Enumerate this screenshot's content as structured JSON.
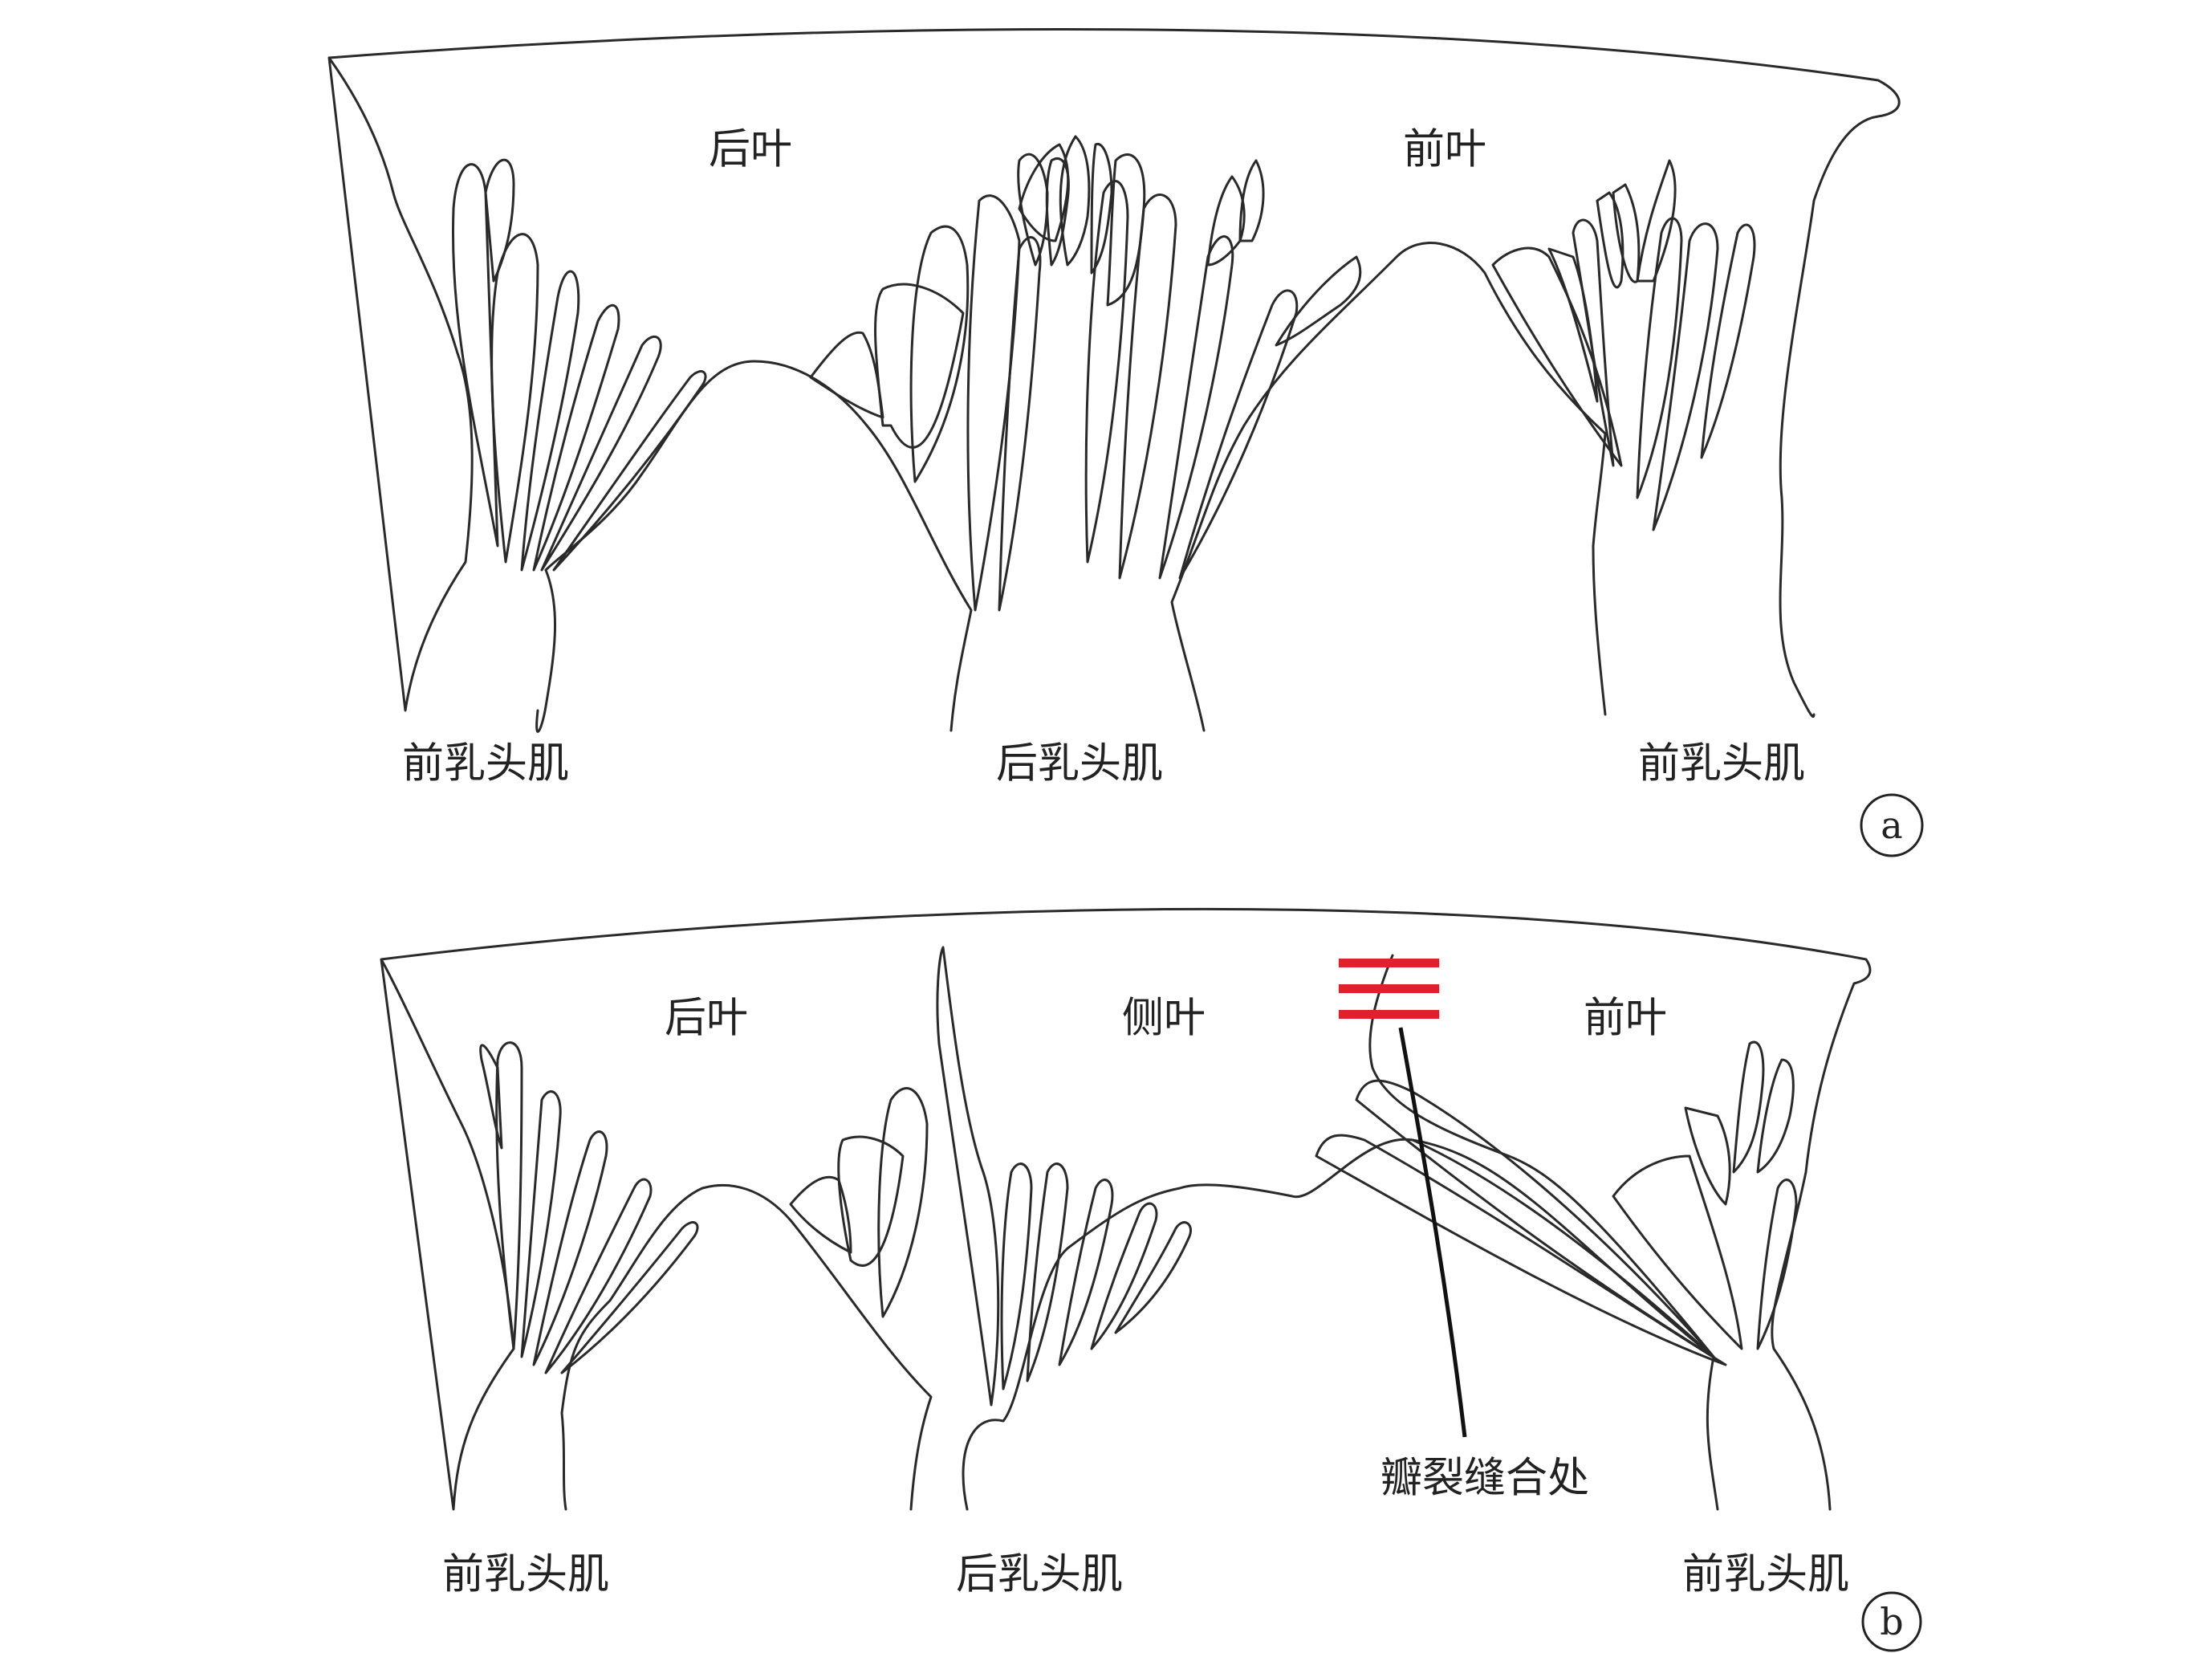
{
  "panel_a": {
    "letter": "a",
    "lobes": {
      "posterior": "后叶",
      "anterior": "前叶"
    },
    "muscles": {
      "anterior_left": "前乳头肌",
      "posterior": "后乳头肌",
      "anterior_right": "前乳头肌"
    }
  },
  "panel_b": {
    "letter": "b",
    "lobes": {
      "posterior": "后叶",
      "lateral": "侧叶",
      "anterior": "前叶"
    },
    "muscles": {
      "anterior_left": "前乳头肌",
      "posterior": "后乳头肌",
      "anterior_right": "前乳头肌"
    },
    "annotation": "瓣裂缝合处",
    "colors": {
      "suture": "#e0202a",
      "leader": "#111111"
    }
  }
}
